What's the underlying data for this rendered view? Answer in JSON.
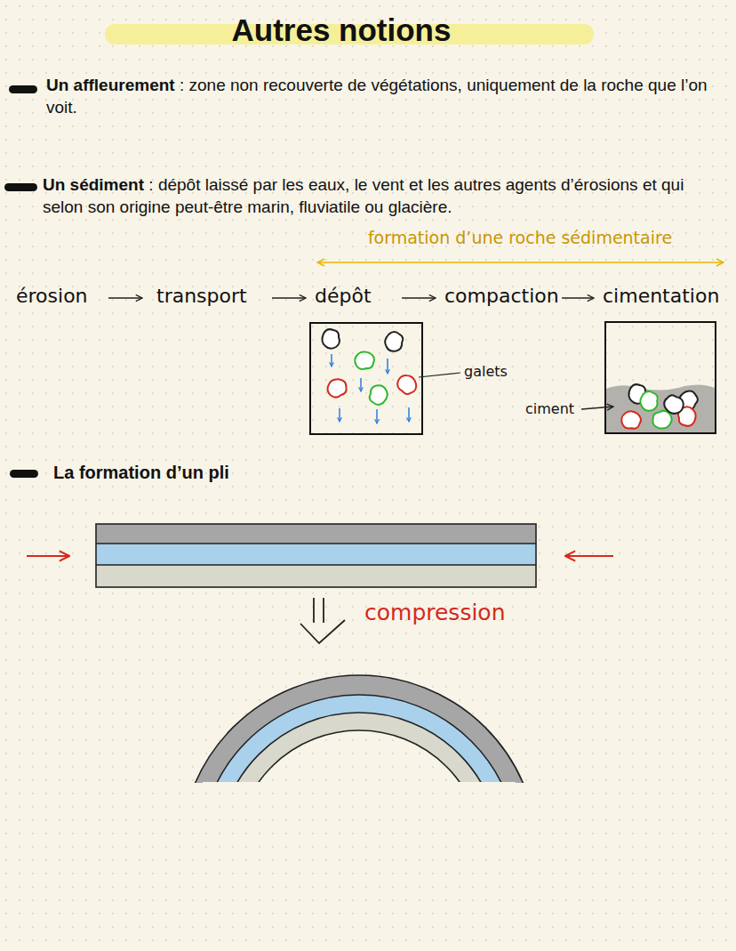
{
  "diagram": {
    "title": "Autres notions",
    "labels": [
      "Un affleurement",
      ": zone non recouverte de végétations, uniquement de la roche que l’on voit.",
      "Un sédiment",
      ": dépôt laissé par les eaux, le vent et les autres agents d’érosions et qui selon son origine peut-être marin, fluviatile ou glacière.",
      "formation d’une roche sédimentaire",
      "érosion",
      "transport",
      "dépôt",
      "compaction",
      "cimentation",
      "galets",
      "ciment",
      "La formation d’un pli",
      "compression"
    ]
  }
}
